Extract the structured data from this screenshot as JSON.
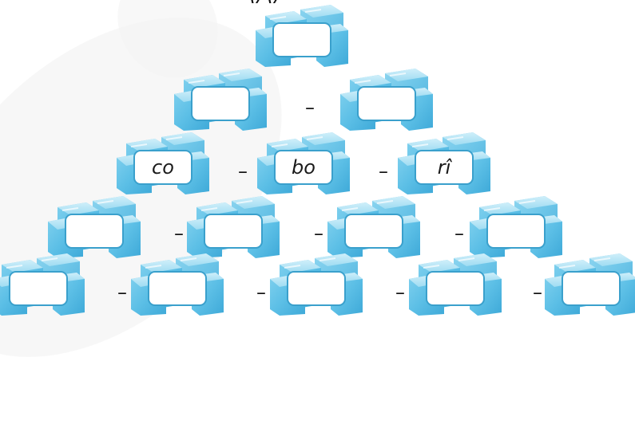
{
  "rows": [
    {
      "cells": [
        "",
        ""
      ]
    },
    {
      "cells": [
        "co",
        "bo",
        "rî"
      ]
    },
    {
      "cells": [
        "",
        "",
        "",
        ""
      ]
    },
    {
      "cells": [
        "",
        "",
        "",
        "",
        ""
      ]
    }
  ],
  "top_cell": "",
  "operator": "–"
}
